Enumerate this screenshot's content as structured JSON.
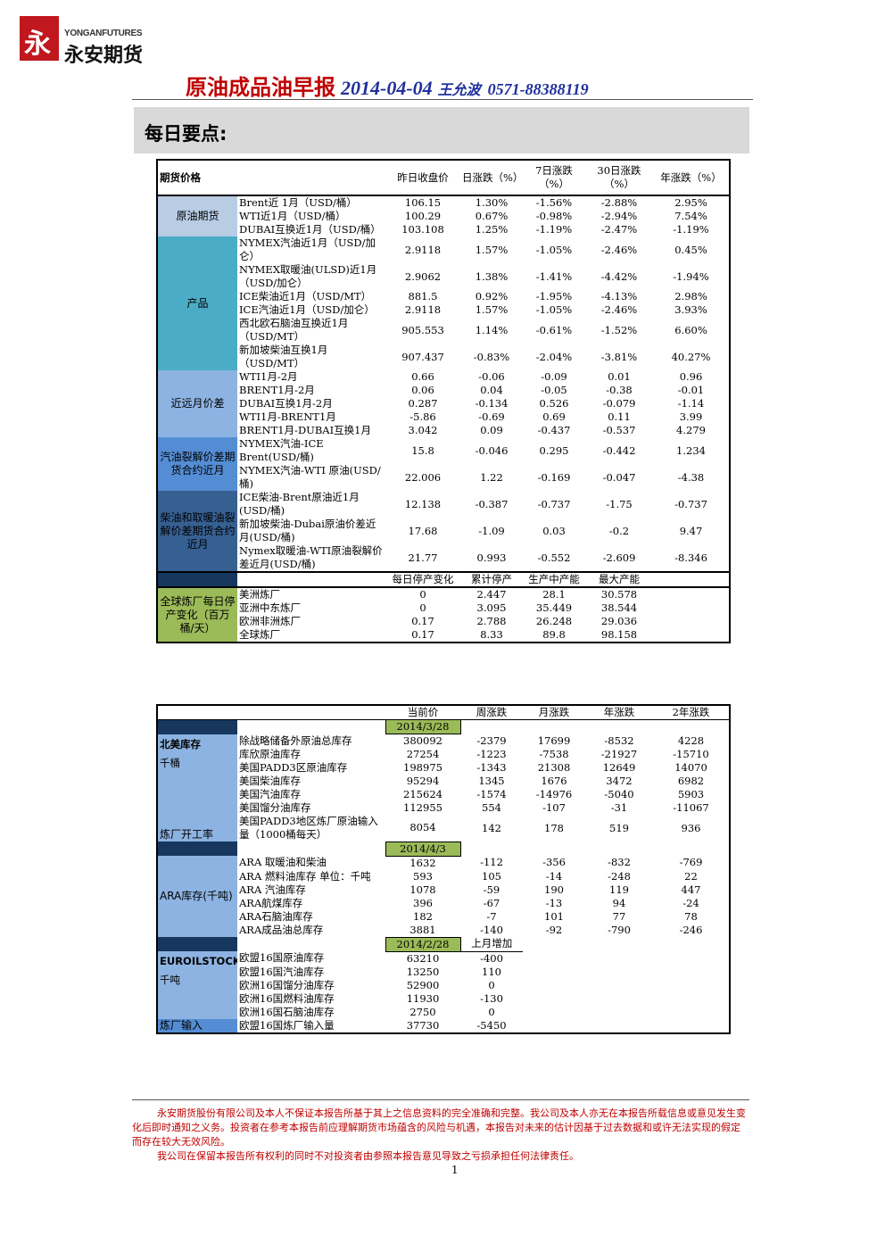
{
  "brand": {
    "logo_en": "YONGANFUTURES",
    "logo_cn": "永安期货"
  },
  "header": {
    "title": "原油成品油早报",
    "date": "2014-04-04",
    "author": "王允波",
    "phone": "0571-88388119"
  },
  "section_title": "每日要点:",
  "t1": {
    "headers": [
      "期货价格",
      "昨日收盘价",
      "日涨跌（%）",
      "7日涨跌（%）",
      "30日涨跌（%）",
      "年涨跌（%）"
    ],
    "groups": [
      {
        "label": "原油期货",
        "rows": [
          [
            "Brent近 1月（USD/桶）",
            "106.15",
            "1.30%",
            "-1.56%",
            "-2.88%",
            "2.95%"
          ],
          [
            "WTI近1月（USD/桶）",
            "100.29",
            "0.67%",
            "-0.98%",
            "-2.94%",
            "7.54%"
          ],
          [
            "DUBAI互换近1月（USD/桶）",
            "103.108",
            "1.25%",
            "-1.19%",
            "-2.47%",
            "-1.19%"
          ]
        ]
      },
      {
        "label": "产品",
        "rows": [
          [
            "NYMEX汽油近1月（USD/加仑）",
            "2.9118",
            "1.57%",
            "-1.05%",
            "-2.46%",
            "0.45%"
          ],
          [
            "NYMEX取暖油(ULSD)近1月（USD/加仑）",
            "2.9062",
            "1.38%",
            "-1.41%",
            "-4.42%",
            "-1.94%"
          ],
          [
            "ICE柴油近1月（USD/MT）",
            "881.5",
            "0.92%",
            "-1.95%",
            "-4.13%",
            "2.98%"
          ],
          [
            "ICE汽油近1月（USD/加仑）",
            "2.9118",
            "1.57%",
            "-1.05%",
            "-2.46%",
            "3.93%"
          ],
          [
            "西北欧石脑油互换近1月（USD/MT）",
            "905.553",
            "1.14%",
            "-0.61%",
            "-1.52%",
            "6.60%"
          ],
          [
            "新加坡柴油互换1月（USD/MT）",
            "907.437",
            "-0.83%",
            "-2.04%",
            "-3.81%",
            "40.27%"
          ]
        ]
      },
      {
        "label": "近远月价差",
        "rows": [
          [
            "WTI1月-2月",
            "0.66",
            "-0.06",
            "-0.09",
            "0.01",
            "0.96"
          ],
          [
            "BRENT1月-2月",
            "0.06",
            "0.04",
            "-0.05",
            "-0.38",
            "-0.01"
          ],
          [
            "DUBAI互换1月-2月",
            "0.287",
            "-0.134",
            "0.526",
            "-0.079",
            "-1.14"
          ],
          [
            "WTI1月-BRENT1月",
            "-5.86",
            "-0.69",
            "0.69",
            "0.11",
            "3.99"
          ],
          [
            "BRENT1月-DUBAI互换1月",
            "3.042",
            "0.09",
            "-0.437",
            "-0.537",
            "4.279"
          ]
        ]
      },
      {
        "label": "汽油裂解价差期货合约近月",
        "rows": [
          [
            "NYMEX汽油-ICE Brent(USD/桶)",
            "15.8",
            "-0.046",
            "0.295",
            "-0.442",
            "1.234"
          ],
          [
            "NYMEX汽油-WTI 原油(USD/桶)",
            "22.006",
            "1.22",
            "-0.169",
            "-0.047",
            "-4.38"
          ]
        ]
      },
      {
        "label": "柴油和取暖油裂解价差期货合约近月",
        "rows": [
          [
            "ICE柴油-Brent原油近1月(USD/桶)",
            "12.138",
            "-0.387",
            "-0.737",
            "-1.75",
            "-0.737"
          ],
          [
            "新加坡柴油-Dubai原油价差近月(USD/桶)",
            "17.68",
            "-1.09",
            "0.03",
            "-0.2",
            "9.47"
          ],
          [
            "Nymex取暖油-WTI原油裂解价差近月(USD/桶)",
            "21.77",
            "0.993",
            "-0.552",
            "-2.609",
            "-8.346"
          ]
        ]
      }
    ],
    "outage_headers": [
      "每日停产变化",
      "累计停产",
      "生产中产能",
      "最大产能"
    ],
    "outage_label": "全球炼厂每日停产变化（百万桶/天）",
    "outage_rows": [
      [
        "美洲炼厂",
        "0",
        "2.447",
        "28.1",
        "30.578"
      ],
      [
        "亚洲中东炼厂",
        "0",
        "3.095",
        "35.449",
        "38.544"
      ],
      [
        "欧洲非洲炼厂",
        "0.17",
        "2.788",
        "26.248",
        "29.036"
      ],
      [
        "全球炼厂",
        "0.17",
        "8.33",
        "89.8",
        "98.158"
      ]
    ]
  },
  "t2": {
    "headers": [
      "当前价",
      "周涨跌",
      "月涨跌",
      "年涨跌",
      "2年涨跌"
    ],
    "na_date": "2014/3/28",
    "na_label": "北美库存",
    "na_unit": "千桶",
    "na_rows": [
      [
        "除战略储备外原油总库存",
        "380092",
        "-2379",
        "17699",
        "-8532",
        "4228"
      ],
      [
        "库欣原油库存",
        "27254",
        "-1223",
        "-7538",
        "-21927",
        "-15710"
      ],
      [
        "美国PADD3区原油库存",
        "198975",
        "-1343",
        "21308",
        "12649",
        "14070"
      ],
      [
        "美国柴油库存",
        "95294",
        "1345",
        "1676",
        "3472",
        "6982"
      ],
      [
        "美国汽油库存",
        "215624",
        "-1574",
        "-14976",
        "-5040",
        "5903"
      ],
      [
        "美国馏分油库存",
        "112955",
        "554",
        "-107",
        "-31",
        "-11067"
      ]
    ],
    "run_label": "炼厂开工率",
    "run_row": [
      "美国PADD3地区炼厂原油输入量（1000桶每天）",
      "8054",
      "142",
      "178",
      "519",
      "936"
    ],
    "ara_date": "2014/4/3",
    "ara_label": "ARA库存(千吨)",
    "ara_rows": [
      [
        "ARA 取暖油和柴油",
        "1632",
        "-112",
        "-356",
        "-832",
        "-769"
      ],
      [
        "ARA 燃料油库存 单位：千吨",
        "593",
        "105",
        "-14",
        "-248",
        "22"
      ],
      [
        "ARA 汽油库存",
        "1078",
        "-59",
        "190",
        "119",
        "447"
      ],
      [
        "ARA航煤库存",
        "396",
        "-67",
        "-13",
        "94",
        "-24"
      ],
      [
        "ARA石脑油库存",
        "182",
        "-7",
        "101",
        "77",
        "78"
      ],
      [
        "ARA成品油总库存",
        "3881",
        "-140",
        "-92",
        "-790",
        "-246"
      ]
    ],
    "eu_date": "2014/2/28",
    "eu_header": "上月增加",
    "eu_label": "EUROILSTOCK",
    "eu_unit": "千吨",
    "eu_rows": [
      [
        "欧盟16国原油库存",
        "63210",
        "-400"
      ],
      [
        "欧盟16国汽油库存",
        "13250",
        "110"
      ],
      [
        "欧洲16国馏分油库存",
        "52900",
        "0"
      ],
      [
        "欧洲16国燃料油库存",
        "11930",
        "-130"
      ],
      [
        "欧洲16国石脑油库存",
        "2750",
        "0"
      ]
    ],
    "eu_run_label": "炼厂输入",
    "eu_run_row": [
      "欧盟16国炼厂输入量",
      "37730",
      "-5450"
    ]
  },
  "footer": {
    "p1": "永安期货股份有限公司及本人不保证本报告所基于其上之信息资料的完全准确和完整。我公司及本人亦无在本报告所载信息或意见发生变化后即时通知之义务。投资者在参考本报告前应理解期货市场蕴含的风险与机遇，本报告对未来的估计因基于过去数据和或许无法实现的假定而存在较大无效风险。",
    "p2": "我公司在保留本报告所有权利的同时不对投资者由参照本报告意见导致之亏损承担任何法律责任。",
    "page": "1"
  }
}
